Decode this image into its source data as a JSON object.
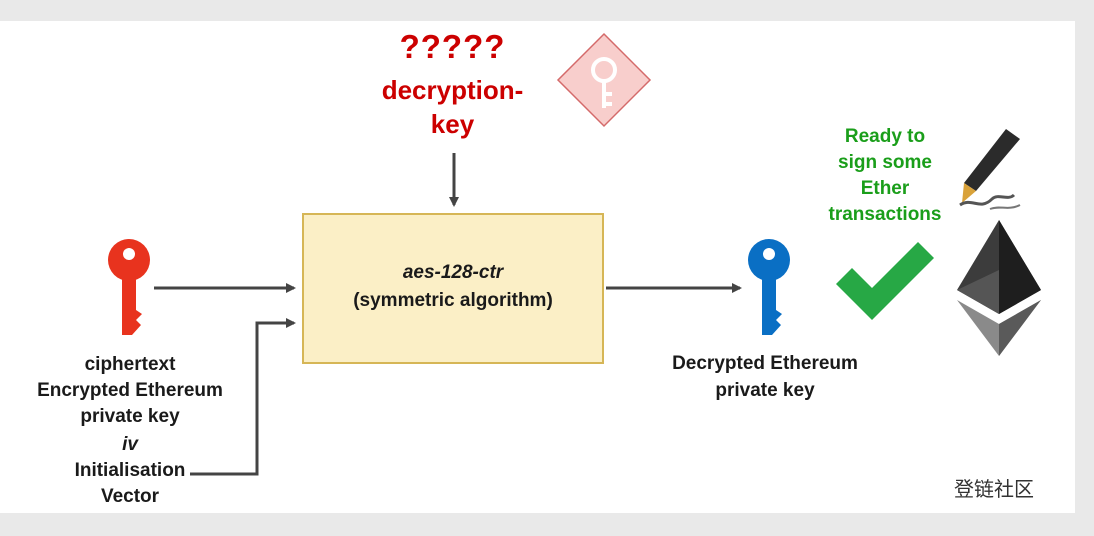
{
  "unknown_marks": "?????",
  "decryption_key_lines": [
    "decryption-",
    "key"
  ],
  "algorithm": {
    "name": "aes-128-ctr",
    "description": "(symmetric algorithm)"
  },
  "inputs": {
    "ciphertext_lines": [
      "ciphertext",
      "Encrypted Ethereum",
      "private key"
    ],
    "iv_name": "iv",
    "iv_lines": [
      "Initialisation",
      "Vector"
    ]
  },
  "output": {
    "label_lines": [
      "Decrypted Ethereum",
      "private key"
    ]
  },
  "ready_lines": [
    "Ready to",
    "sign some",
    "Ether",
    "transactions"
  ],
  "watermark": "登链社区",
  "colors": {
    "red_text": "#cc0000",
    "red_key": "#e8331e",
    "blue_key": "#0a6fc4",
    "green_text": "#1a9e1a",
    "green_check": "#27a845",
    "box_fill": "#fbefc6",
    "box_border": "#d6b656",
    "diamond_fill": "#f8cecc",
    "diamond_border": "#d46a6a",
    "arrow": "#444444"
  },
  "icons": [
    "key-diamond-icon",
    "red-key-icon",
    "blue-key-icon",
    "checkmark-icon",
    "pen-icon",
    "ethereum-logo-icon"
  ]
}
